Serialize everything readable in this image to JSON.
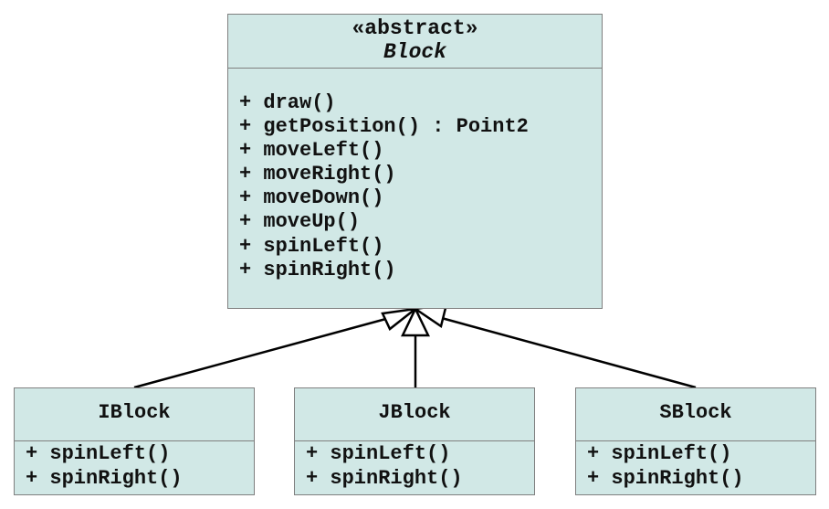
{
  "abstract_class": {
    "stereotype": "«abstract»",
    "name": "Block",
    "methods": [
      "+ draw()",
      "+ getPosition() : Point2",
      "+ moveLeft()",
      "+ moveRight()",
      "+ moveDown()",
      "+ moveUp()",
      "+ spinLeft()",
      "+ spinRight()"
    ]
  },
  "subclasses": [
    {
      "name": "IBlock",
      "methods": [
        "+ spinLeft()",
        "+ spinRight()"
      ]
    },
    {
      "name": "JBlock",
      "methods": [
        "+ spinLeft()",
        "+ spinRight()"
      ]
    },
    {
      "name": "SBlock",
      "methods": [
        "+ spinLeft()",
        "+ spinRight()"
      ]
    }
  ],
  "colors": {
    "class_fill": "#d1e8e6",
    "border": "#7f7f7f",
    "connector": "#000000"
  }
}
